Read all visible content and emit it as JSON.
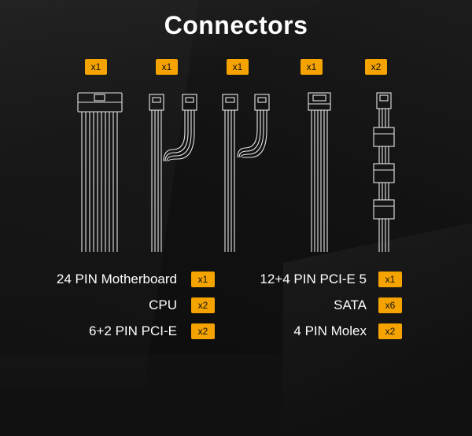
{
  "title": "Connectors",
  "cable_counts": [
    "x1",
    "x1",
    "x1",
    "x1",
    "x2"
  ],
  "left_list": [
    {
      "label": "24 PIN Motherboard",
      "qty": "x1"
    },
    {
      "label": "CPU",
      "qty": "x2"
    },
    {
      "label": "6+2 PIN PCI-E",
      "qty": "x2"
    }
  ],
  "right_list": [
    {
      "label": "12+4 PIN PCI-E 5",
      "qty": "x1"
    },
    {
      "label": "SATA",
      "qty": "x6"
    },
    {
      "label": "4 PIN Molex",
      "qty": "x2"
    }
  ],
  "colors": {
    "accent": "#f5a300",
    "text": "#ffffff",
    "background": "#111111"
  }
}
